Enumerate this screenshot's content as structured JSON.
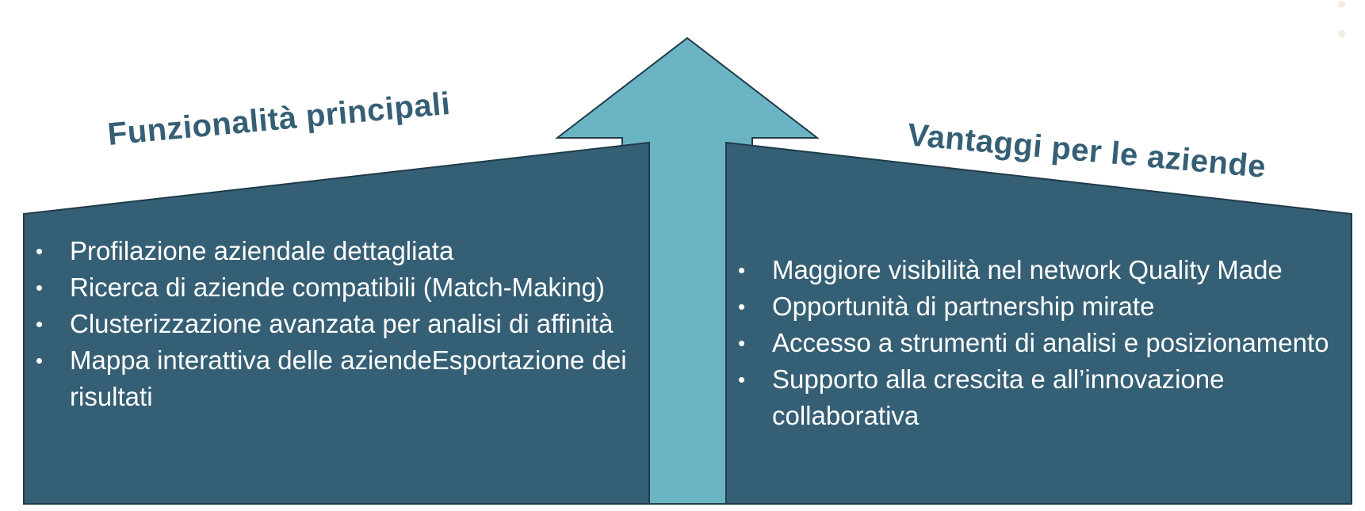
{
  "colors": {
    "panel_fill": "#355f74",
    "arrow_fill": "#6bb4c4",
    "outline": "#1f3b49",
    "heading_text": "#355f74",
    "bullet_text": "#ffffff"
  },
  "left_panel": {
    "heading": "Funzionalità principali",
    "items": [
      "Profilazione aziendale dettagliata",
      "Ricerca di aziende compatibili (Match-Making)",
      "Clusterizzazione avanzata per analisi di affinità",
      "Mappa interattiva delle aziendeEsportazione dei risultati"
    ]
  },
  "right_panel": {
    "heading": "Vantaggi per le aziende",
    "items": [
      "Maggiore visibilità nel network Quality Made",
      "Opportunità di partnership mirate",
      "Accesso a strumenti di analisi e posizionamento",
      "Supporto alla crescita e all’innovazione collaborativa"
    ]
  }
}
